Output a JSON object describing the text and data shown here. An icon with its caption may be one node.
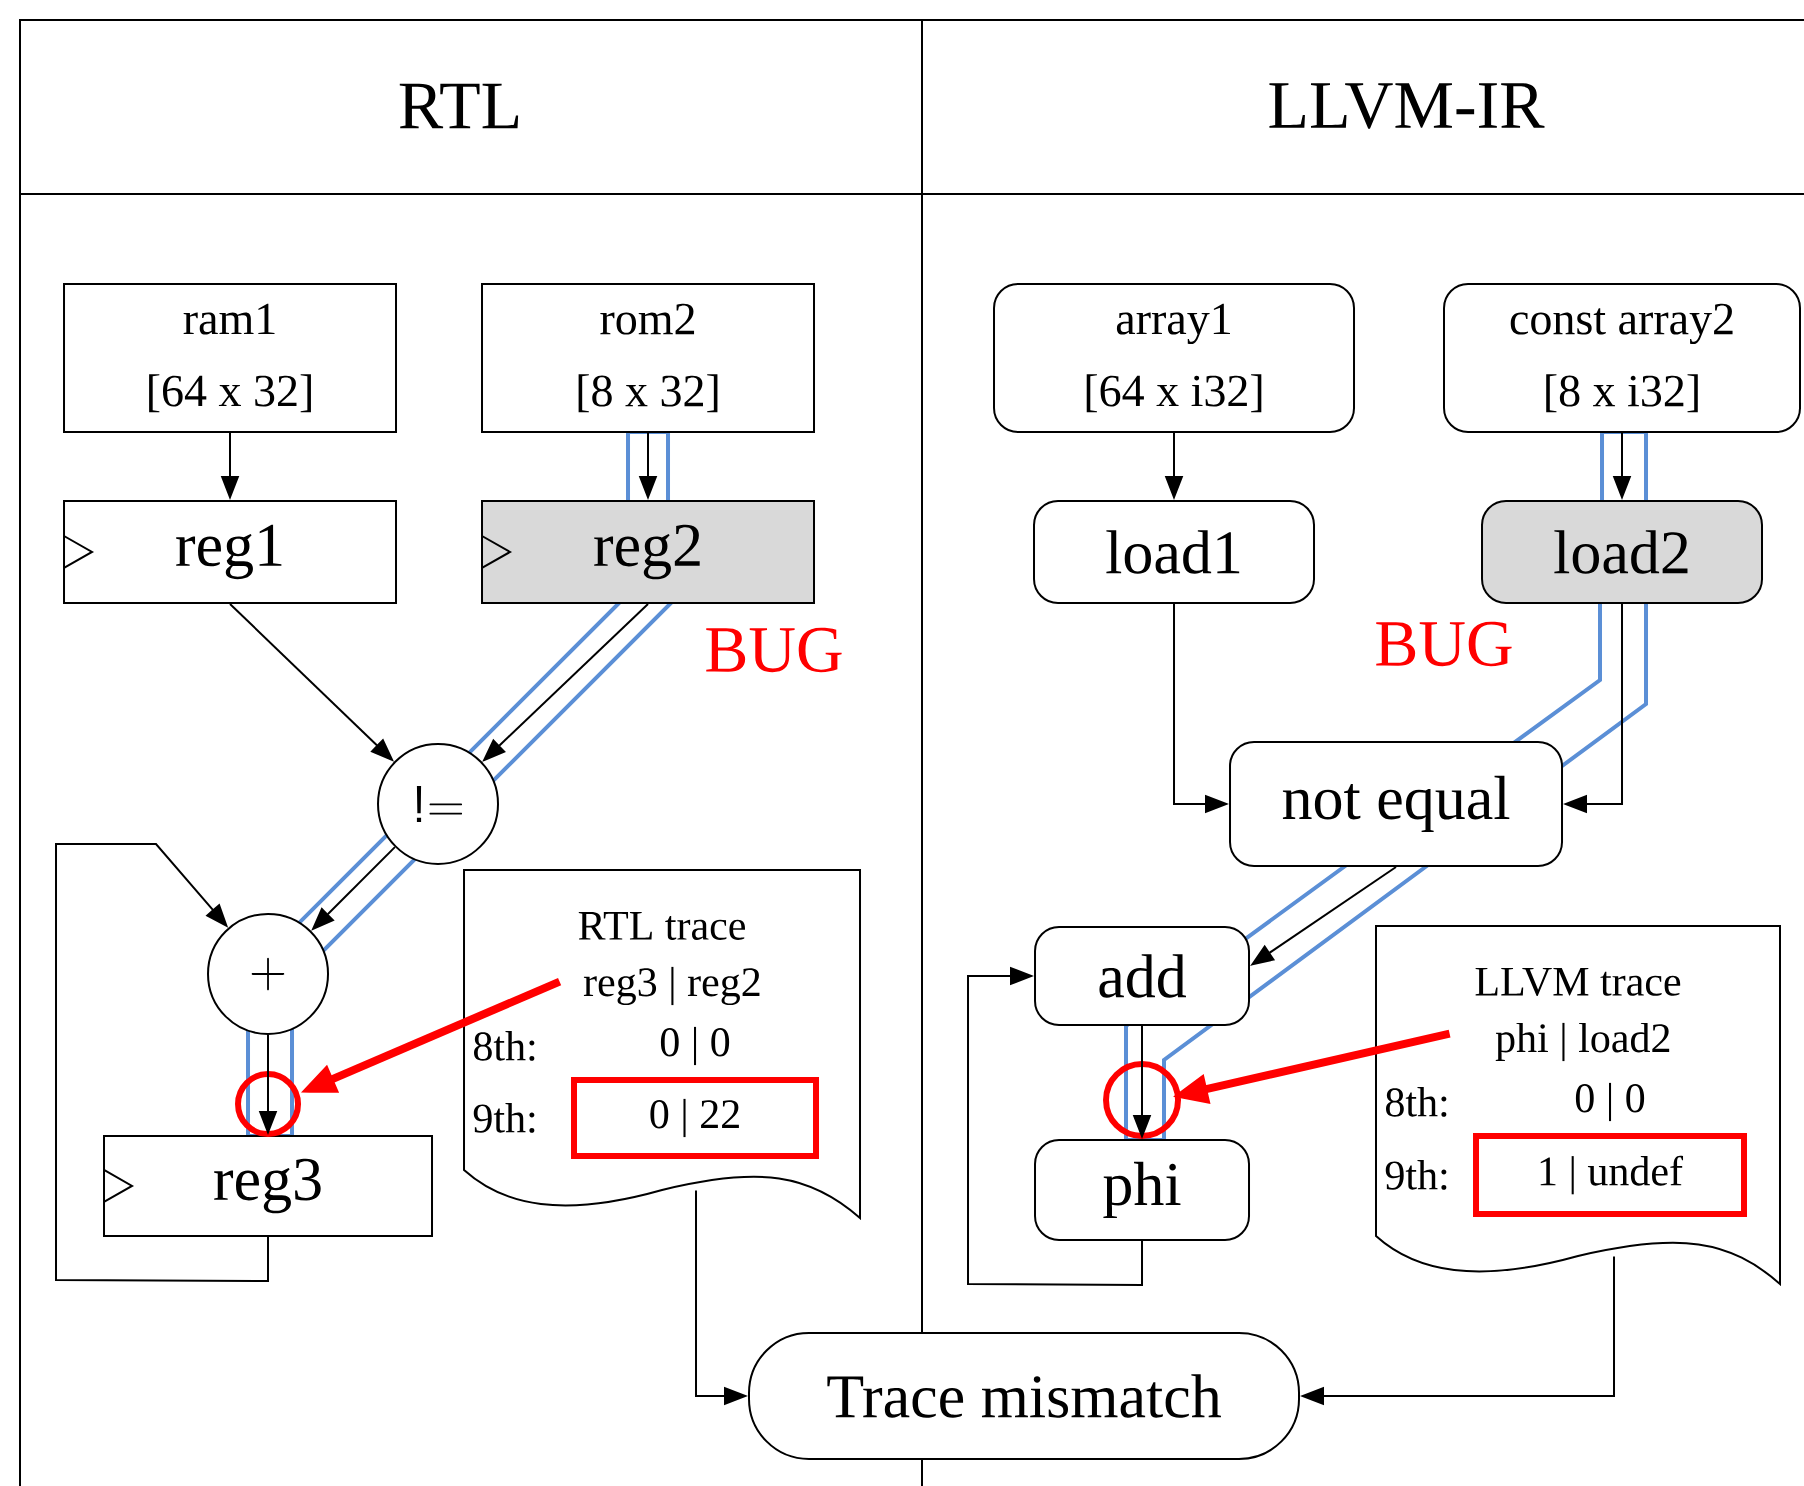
{
  "diagram": {
    "nodes": [
      {
        "text": [
          "RTL"
        ]
      },
      {
        "text": [
          "ram1",
          "[64 x 32]"
        ],
        "in": 0
      },
      {
        "text": [
          "rom2",
          "[8 x 32]"
        ],
        "in": 0
      },
      {
        "text": [
          "reg1"
        ],
        "in": 0
      },
      {
        "text": [
          "reg2"
        ],
        "in": 0
      },
      {
        "text": [
          "!="
        ],
        "in": 0
      },
      {
        "text": [
          "+"
        ],
        "in": 0
      },
      {
        "text": [
          "reg3"
        ],
        "in": 0
      },
      {
        "text": [
          "RTL trace",
          "reg3 | reg2",
          "8th:",
          "0 | 0",
          "9th:",
          "0 | 22"
        ],
        "in": 0
      },
      {
        "text": [
          "LLVM-IR"
        ]
      },
      {
        "text": [
          "array1",
          "[64 x i32]"
        ],
        "in": 9
      },
      {
        "text": [
          "const array2",
          "[8 x i32]"
        ],
        "in": 9
      },
      {
        "text": [
          "load1"
        ],
        "in": 9
      },
      {
        "text": [
          "load2"
        ],
        "in": 9
      },
      {
        "text": [
          "not equal"
        ],
        "in": 9
      },
      {
        "text": [
          "add"
        ],
        "in": 9
      },
      {
        "text": [
          "phi"
        ],
        "in": 9
      },
      {
        "text": [
          "LLVM trace",
          "phi | load2",
          "8th:",
          "0 | 0",
          "9th:",
          "1 | undef"
        ],
        "in": 9
      },
      {
        "text": [
          "Trace mismatch"
        ]
      }
    ],
    "edges": [
      {
        "from": 1,
        "to": 3,
        "arrow": "to"
      },
      {
        "from": 2,
        "to": 4,
        "arrow": "to"
      },
      {
        "from": 3,
        "to": 5,
        "arrow": "to"
      },
      {
        "from": 4,
        "to": 5,
        "arrow": "to"
      },
      {
        "from": 5,
        "to": 6,
        "arrow": "to"
      },
      {
        "from": 7,
        "to": 6,
        "arrow": "to"
      },
      {
        "from": 6,
        "to": 7,
        "arrow": "to"
      },
      {
        "from": 8,
        "to": 18,
        "arrow": "to"
      },
      {
        "from": 8,
        "to": 7,
        "arrow": "to",
        "style": "thick",
        "color": "#ff0000"
      },
      {
        "from": 10,
        "to": 12,
        "arrow": "to"
      },
      {
        "from": 11,
        "to": 13,
        "arrow": "to"
      },
      {
        "from": 12,
        "to": 14,
        "arrow": "to"
      },
      {
        "from": 13,
        "to": 14,
        "arrow": "to"
      },
      {
        "from": 14,
        "to": 15,
        "arrow": "to"
      },
      {
        "from": 15,
        "to": 16,
        "arrow": "to"
      },
      {
        "from": 16,
        "to": 15,
        "arrow": "to"
      },
      {
        "from": 17,
        "to": 18,
        "arrow": "to"
      },
      {
        "from": 17,
        "to": 16,
        "arrow": "to",
        "style": "thick",
        "color": "#ff0000"
      }
    ],
    "labels": [
      "BUG",
      "BUG"
    ]
  }
}
